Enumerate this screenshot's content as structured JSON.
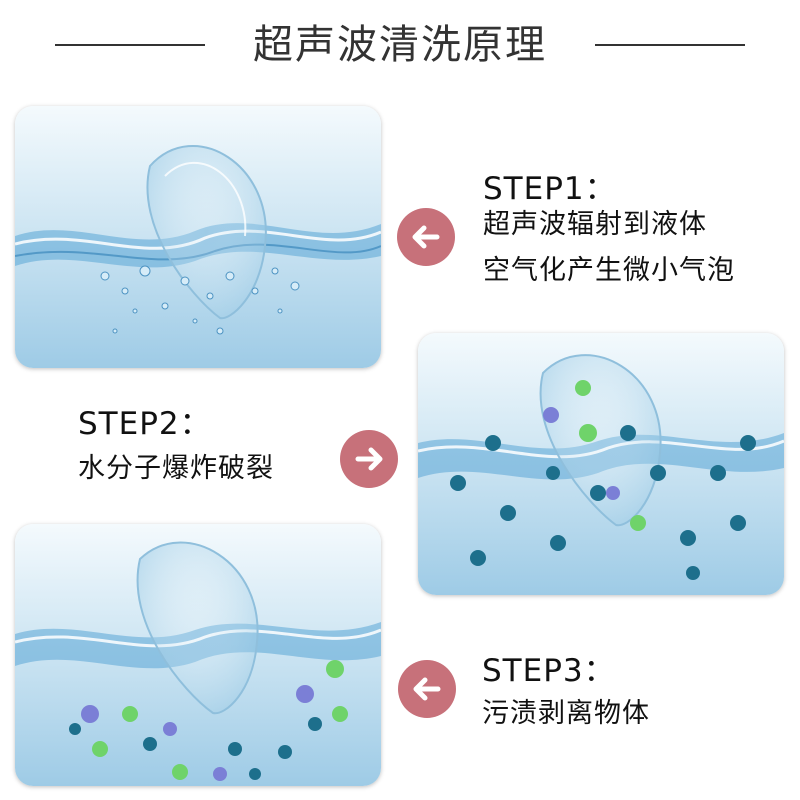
{
  "title": "超声波清洗原理",
  "steps": [
    {
      "label": "STEP1：",
      "lines": [
        "超声波辐射到液体",
        "空气化产生微小气泡"
      ]
    },
    {
      "label": "STEP2：",
      "lines": [
        "水分子爆炸破裂"
      ]
    },
    {
      "label": "STEP3：",
      "lines": [
        "污渍剥离物体"
      ]
    }
  ],
  "colors": {
    "arrow_bg": "#c7717a",
    "water": "#5aa6d6",
    "germ_dark": "#1d6f8c",
    "germ_green": "#6fd36a",
    "germ_purple": "#7b7fd6"
  },
  "icons": {
    "arrow_left": "arrow-left-icon",
    "arrow_right": "arrow-right-icon"
  }
}
